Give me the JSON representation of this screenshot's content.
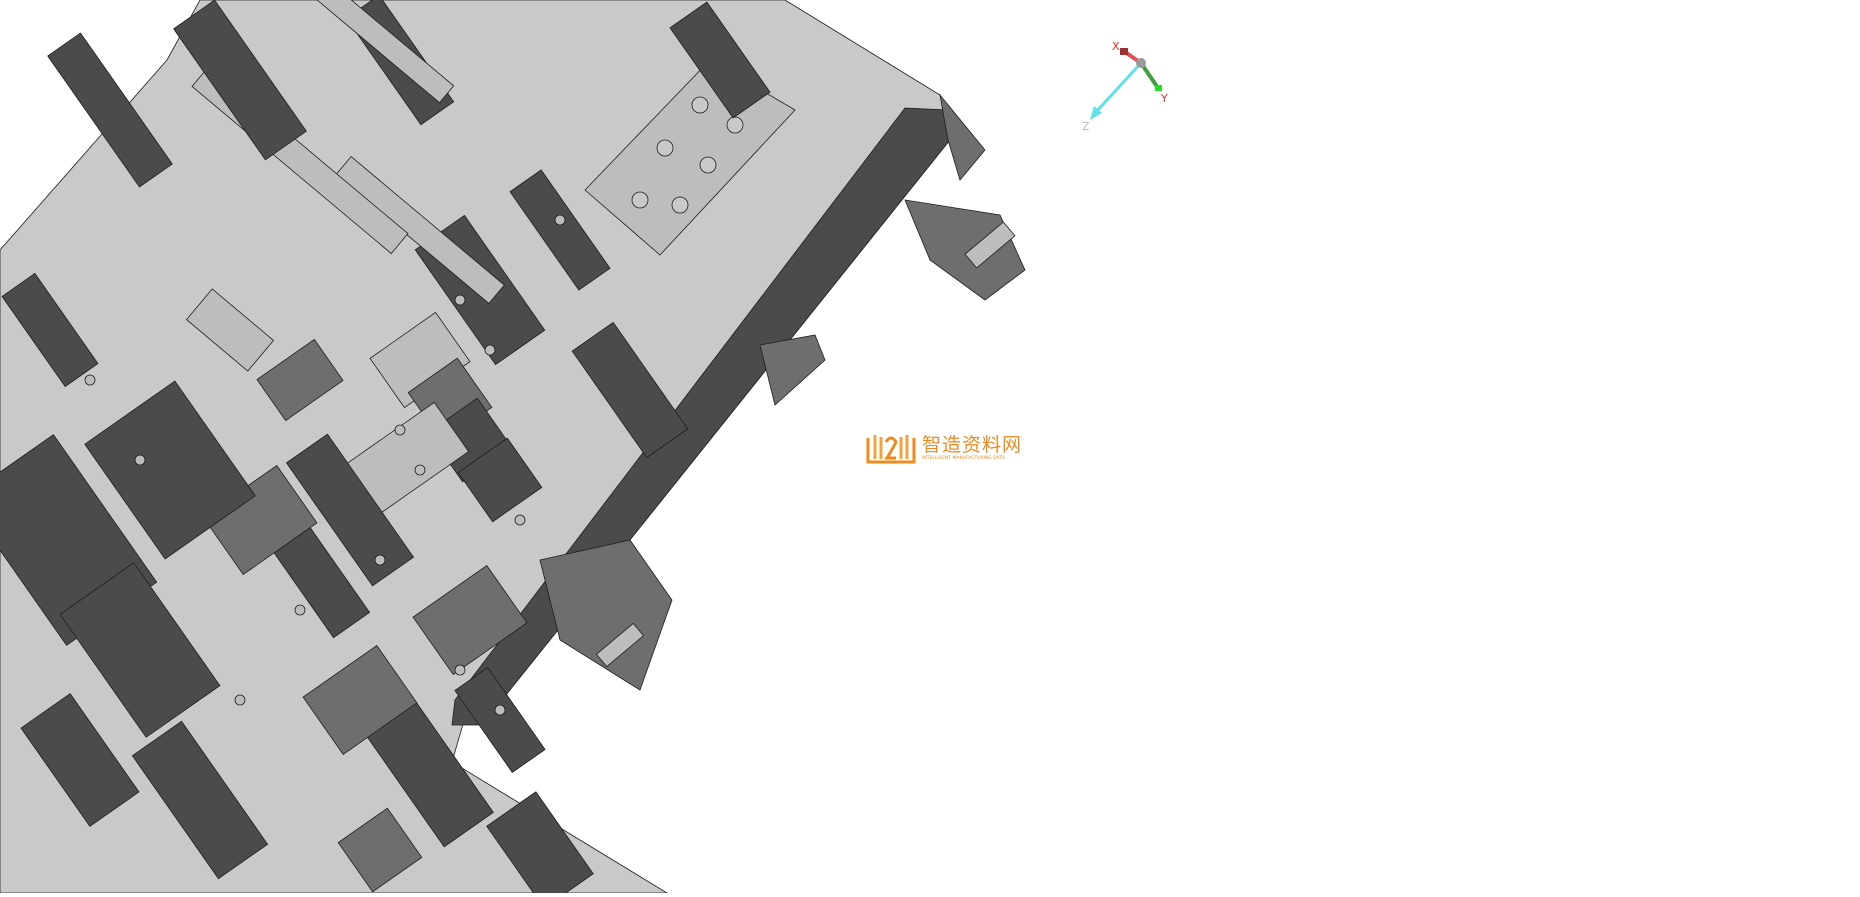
{
  "viewport": {
    "background": "#ffffff",
    "model_colors": {
      "plate": "#c9c9c9",
      "dark_face": "#4b4b4b",
      "mid_face": "#6e6e6e",
      "light_face": "#bdbdbd",
      "edge": "#1e1e1e"
    }
  },
  "triad": {
    "x_label": "X",
    "y_label": "Y",
    "z_label": "Z",
    "x_color": "#e05050",
    "y_color": "#3f9f3f",
    "z_color": "#5fe0ea"
  },
  "watermark": {
    "title": "智造资料网",
    "subtitle": "INTELLIGENT MANUFACTURING DATA",
    "color": "#f08a1c"
  }
}
